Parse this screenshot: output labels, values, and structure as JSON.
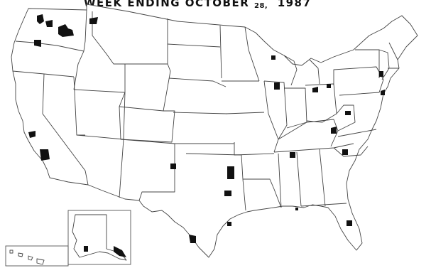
{
  "map": {
    "title_prefix": "WEEK ENDING OCTOBER",
    "title_day": "28,",
    "title_year": "1987",
    "fill_color": "#111111",
    "outline_color": "#444444",
    "background_color": "#ffffff"
  }
}
